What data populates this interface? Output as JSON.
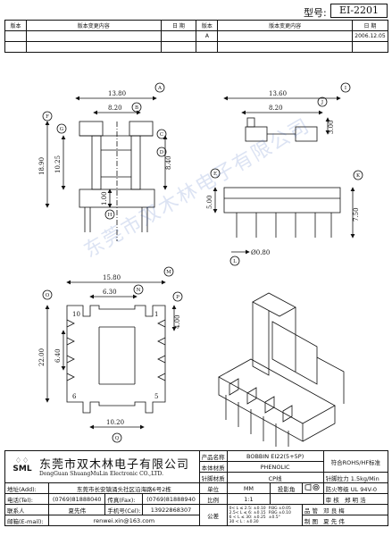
{
  "header": {
    "model_label": "型号:",
    "model_value": "EI-2201"
  },
  "revision": {
    "col_version": "版本",
    "col_content": "版本变更内容",
    "col_date": "日 期",
    "rows": [
      {
        "version": "A",
        "content": "",
        "date": "2006.12.05"
      }
    ]
  },
  "dims": {
    "front_width": "13.80",
    "front_inner": "8.20",
    "front_height": "18.90",
    "front_mid": "10.25",
    "front_flange": "8.40",
    "front_bottom": "1.00",
    "side_width": "13.60",
    "side_inner": "8.20",
    "side_top": "3.00",
    "side_left": "5.00",
    "side_right": "7.50",
    "pin_dia": "Ø0.80",
    "bot_width": "15.80",
    "bot_inner": "6.30",
    "bot_right": "4.00",
    "bot_height": "22.00",
    "bot_mid": "6.40",
    "bot_bottom": "10.20",
    "pin_10": "10",
    "pin_1": "1",
    "pin_6": "6",
    "pin_5": "5"
  },
  "circles": {
    "A": "A",
    "B": "B",
    "C": "C",
    "D": "D",
    "E": "E",
    "F": "F",
    "G": "G",
    "H": "H",
    "I": "I",
    "J": "J",
    "K": "K",
    "L": "L",
    "M": "M",
    "N": "N",
    "O": "O",
    "P": "P",
    "Q": "Q"
  },
  "watermark": "东莞市双木林电子有限公司",
  "title_block": {
    "company_logo": "SML",
    "company_cn": "东莞市双木林电子有限公司",
    "company_en": "DongGuan ShuangMuLin Electronic CO.,LTD.",
    "product_name_label": "产品名称",
    "product_name": "BOBBIN EI22(5+5P)",
    "material_label": "本体材质",
    "material": "PHENOLIC",
    "pin_material_label": "针脚材质",
    "pin_material": "CP线",
    "rohs": "符合ROHS/HF标准",
    "pull_label": "针脚拉力",
    "pull_value": "1.5kg/Min",
    "address_label": "地址(Add):",
    "address": "东莞市长安镇涌头社区沿海路6号2栋",
    "unit_label": "单位",
    "unit_value": "MM",
    "projection_label": "投影角",
    "fire_label": "防火等级",
    "fire_value": "UL 94V-0",
    "tel_label": "电话(Tel):",
    "tel": "(0769)81888040",
    "fax_label": "传真(Fax):",
    "fax": "(0769)81888940",
    "scale_label": "比例",
    "scale_value": "1:1",
    "check_label": "审 核",
    "check_value": "郑 明 浩",
    "contact_label": "联系人",
    "contact": "夏先伟",
    "mobile_label": "手机号(Cel):",
    "mobile": "13922868307",
    "tolerance_label": "公差",
    "tolerances": [
      "0< L ≤ 2.5: ±0.10",
      "6 < L ≤ 30: ±0.25",
      "P.BG ±0.05",
      "2.5< L ≤ 6: ±0.15",
      "30 < L : ±0.30",
      "P.BG ±0.10"
    ],
    "angle_tol": "±0.5°",
    "qc_label": "品 管",
    "qc_value": "邓 良 梅",
    "email_label": "邮箱(E-mail):",
    "email": "renwei.xin@163.com",
    "draw_label": "制 图",
    "draw_value": "夏 先 伟"
  }
}
